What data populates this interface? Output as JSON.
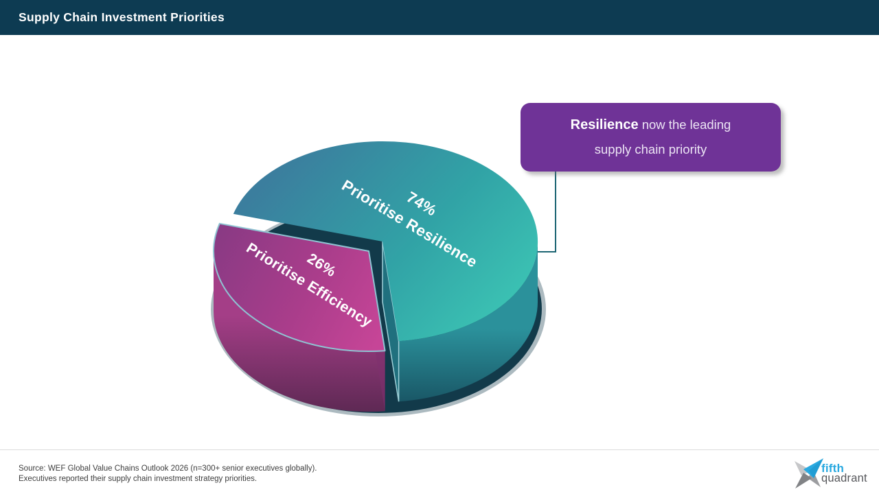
{
  "header": {
    "title": "Supply Chain Investment Priorities"
  },
  "chart_data": {
    "type": "pie",
    "style": "3d-exploded-pie",
    "title": "Supply Chain Investment Priorities",
    "legend": "none",
    "slices": [
      {
        "label": "Prioritise Resilience",
        "value": 74,
        "value_label": "74%",
        "color": "#35b5ad",
        "exploded": false
      },
      {
        "label": "Prioritise Efficiency",
        "value": 26,
        "value_label": "26%",
        "color": "#b03d8c",
        "exploded": true
      }
    ],
    "annotation": "Resilience now the leading supply chain priority"
  },
  "callout": {
    "highlight": "Resilience",
    "text_after_highlight": " now the leading",
    "line2": "supply chain priority",
    "bg_color": "#6f3397"
  },
  "footer": {
    "source_line1": "Source: WEF Global Value Chains Outlook 2026 (n=300+ senior executives globally).",
    "source_line2": "Executives reported their supply chain investment strategy priorities.",
    "logo": {
      "word_top": "fifth",
      "word_bottom": "quadrant",
      "brand_blue": "#2aa9e0"
    }
  },
  "colors": {
    "header_bg": "#0d3b52",
    "callout_purple": "#6f3397",
    "connector_teal": "#1b6472",
    "teal_top_dark": "#3b7e9e",
    "teal_top_light": "#3cc4b4",
    "teal_side_dark": "#174f5f",
    "magenta_bright": "#c64597",
    "magenta_dark": "#8a3a84",
    "shadow_navy": "#123a4a"
  }
}
